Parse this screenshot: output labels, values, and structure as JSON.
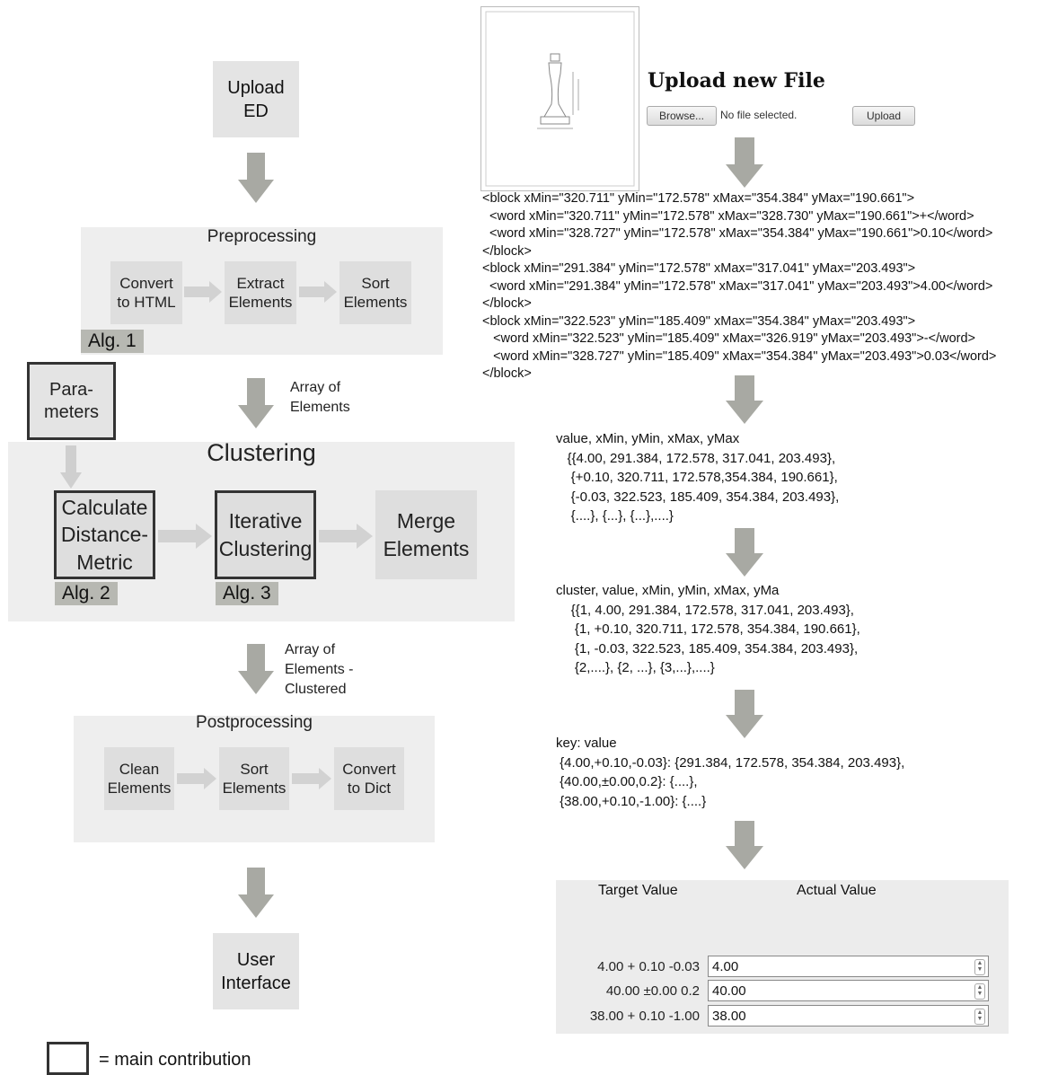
{
  "left": {
    "upload_ed": "Upload\nED",
    "preprocessing": {
      "title": "Preprocessing",
      "steps": [
        "Convert\nto HTML",
        "Extract\nElements",
        "Sort\nElements"
      ],
      "alg": "Alg. 1"
    },
    "parameters": "Para-\nmeters",
    "array_of_elements": "Array of\nElements",
    "clustering": {
      "title": "Clustering",
      "steps": [
        "Calculate\nDistance-\nMetric",
        "Iterative\nClustering",
        "Merge\nElements"
      ],
      "alg2": "Alg. 2",
      "alg3": "Alg. 3"
    },
    "array_clustered": "Array of\nElements -\nClustered",
    "postprocessing": {
      "title": "Postprocessing",
      "steps": [
        "Clean\nElements",
        "Sort\nElements",
        "Convert\nto Dict"
      ]
    },
    "user_interface": "User\nInterface",
    "legend": "= main contribution"
  },
  "right": {
    "upload_title": "Upload new File",
    "browse_button": "Browse...",
    "no_file": "No file selected.",
    "upload_button": "Upload",
    "xml": [
      "<block xMin=\"320.711\" yMin=\"172.578\" xMax=\"354.384\" yMax=\"190.661\">",
      "  <word xMin=\"320.711\" yMin=\"172.578\" xMax=\"328.730\" yMax=\"190.661\">+</word>",
      "  <word xMin=\"328.727\" yMin=\"172.578\" xMax=\"354.384\" yMax=\"190.661\">0.10</word>",
      "</block>",
      "<block xMin=\"291.384\" yMin=\"172.578\" xMax=\"317.041\" yMax=\"203.493\">",
      "  <word xMin=\"291.384\" yMin=\"172.578\" xMax=\"317.041\" yMax=\"203.493\">4.00</word>",
      "</block>",
      "<block xMin=\"322.523\" yMin=\"185.409\" xMax=\"354.384\" yMax=\"203.493\">",
      "   <word xMin=\"322.523\" yMin=\"185.409\" xMax=\"326.919\" yMax=\"203.493\">-</word>",
      "   <word xMin=\"328.727\" yMin=\"185.409\" xMax=\"354.384\" yMax=\"203.493\">0.03</word>",
      "</block>"
    ],
    "array_text": [
      "value, xMin, yMin, xMax, yMax",
      "   {{4.00, 291.384, 172.578, 317.041, 203.493},",
      "    {+0.10, 320.711, 172.578,354.384, 190.661},",
      "    {-0.03, 322.523, 185.409, 354.384, 203.493},",
      "    {....}, {...}, {...},....}"
    ],
    "cluster_text": [
      "cluster, value, xMin, yMin, xMax, yMa",
      "    {{1, 4.00, 291.384, 172.578, 317.041, 203.493},",
      "     {1, +0.10, 320.711, 172.578, 354.384, 190.661},",
      "     {1, -0.03, 322.523, 185.409, 354.384, 203.493},",
      "     {2,....}, {2, ...}, {3,...},....}"
    ],
    "dict_text": [
      "key: value",
      " {4.00,+0.10,-0.03}: {291.384, 172.578, 354.384, 203.493},",
      " {40.00,±0.00,0.2}: {....},",
      " {38.00,+0.10,-1.00}: {....}"
    ],
    "table": {
      "col_target": "Target Value",
      "col_actual": "Actual Value",
      "rows": [
        {
          "label": "4.00 + 0.10 -0.03",
          "value": "4.00"
        },
        {
          "label": "40.00 ±0.00 0.2",
          "value": "40.00"
        },
        {
          "label": "38.00 + 0.10 -1.00",
          "value": "38.00"
        }
      ]
    }
  },
  "colors": {
    "arrow": "#a8a9a3",
    "panel": "#eeeeee",
    "box": "#dedede",
    "alg_label": "#b7b8b2"
  }
}
